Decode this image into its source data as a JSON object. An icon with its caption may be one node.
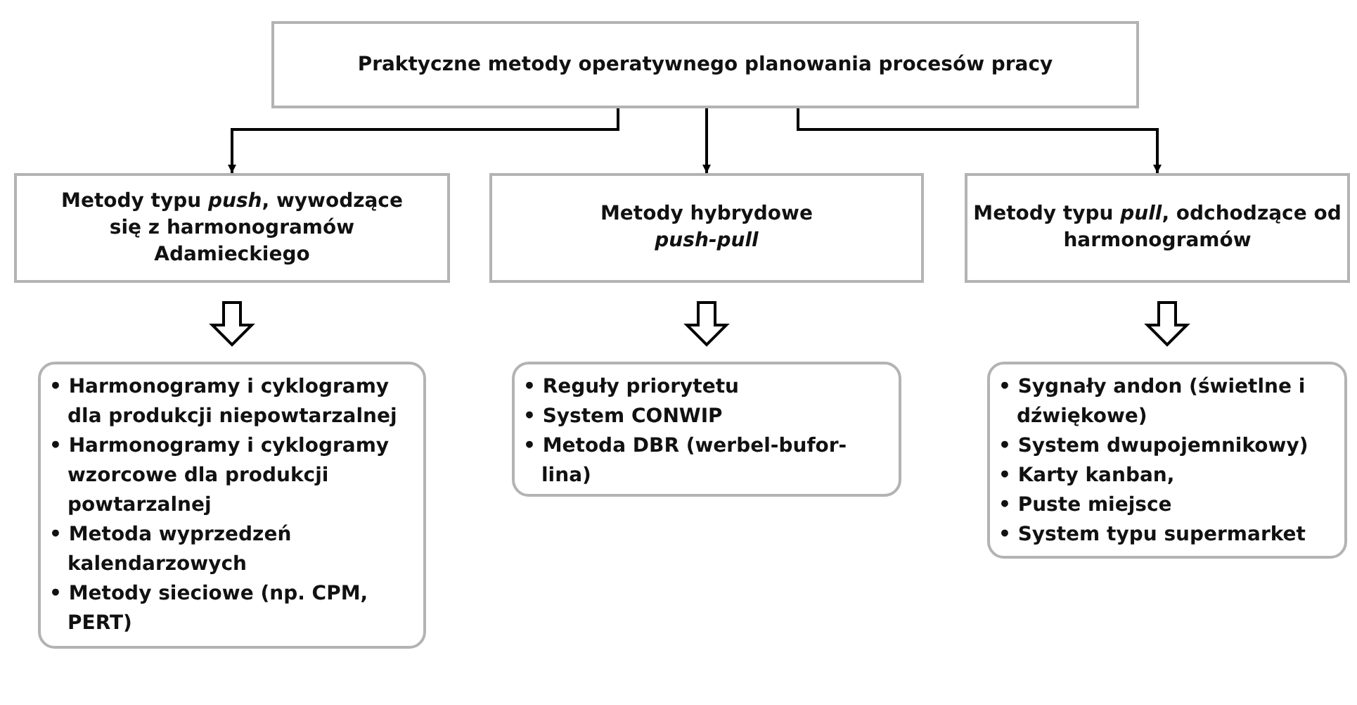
{
  "diagram": {
    "nodes": [
      {
        "text": [
          "Praktyczne metody operatywnego planowania procesów pracy"
        ]
      },
      {
        "text": [
          "Metody typu *push*, wywodzące się z harmonogramów Adamieckiego"
        ]
      },
      {
        "text": [
          "Metody hybrydowe *push-pull*"
        ]
      },
      {
        "text": [
          "Metody typu *pull*, odchodzące od harmonogramów"
        ]
      },
      {
        "text": [
          "• Harmonogramy i cyklogramy dla produkcji niepowtarzalnej",
          "• Harmonogramy i cyklogramy wzorcowe dla produkcji powtarzalnej",
          "• Metoda wyprzedzeń kalendarzowych",
          "• Metody sieciowe (np. CPM, PERT)"
        ]
      },
      {
        "text": [
          "• Reguły priorytetu",
          "• System CONWIP",
          "• Metoda DBR (werbel-bufor-lina)"
        ]
      },
      {
        "text": [
          "• Sygnały andon (świetlne i dźwiękowe)",
          "• System dwupojemnikowy)",
          "• Karty kanban,",
          "• Puste miejsce",
          "• System typu supermarket"
        ]
      }
    ],
    "edges": [
      {
        "from": 0,
        "to": 1,
        "arrow": "to"
      },
      {
        "from": 0,
        "to": 2,
        "arrow": "to"
      },
      {
        "from": 0,
        "to": 3,
        "arrow": "to"
      },
      {
        "from": 1,
        "to": 4,
        "arrow": "to",
        "style": "thick"
      },
      {
        "from": 2,
        "to": 5,
        "arrow": "to",
        "style": "thick"
      },
      {
        "from": 3,
        "to": 6,
        "arrow": "to",
        "style": "thick"
      }
    ]
  }
}
